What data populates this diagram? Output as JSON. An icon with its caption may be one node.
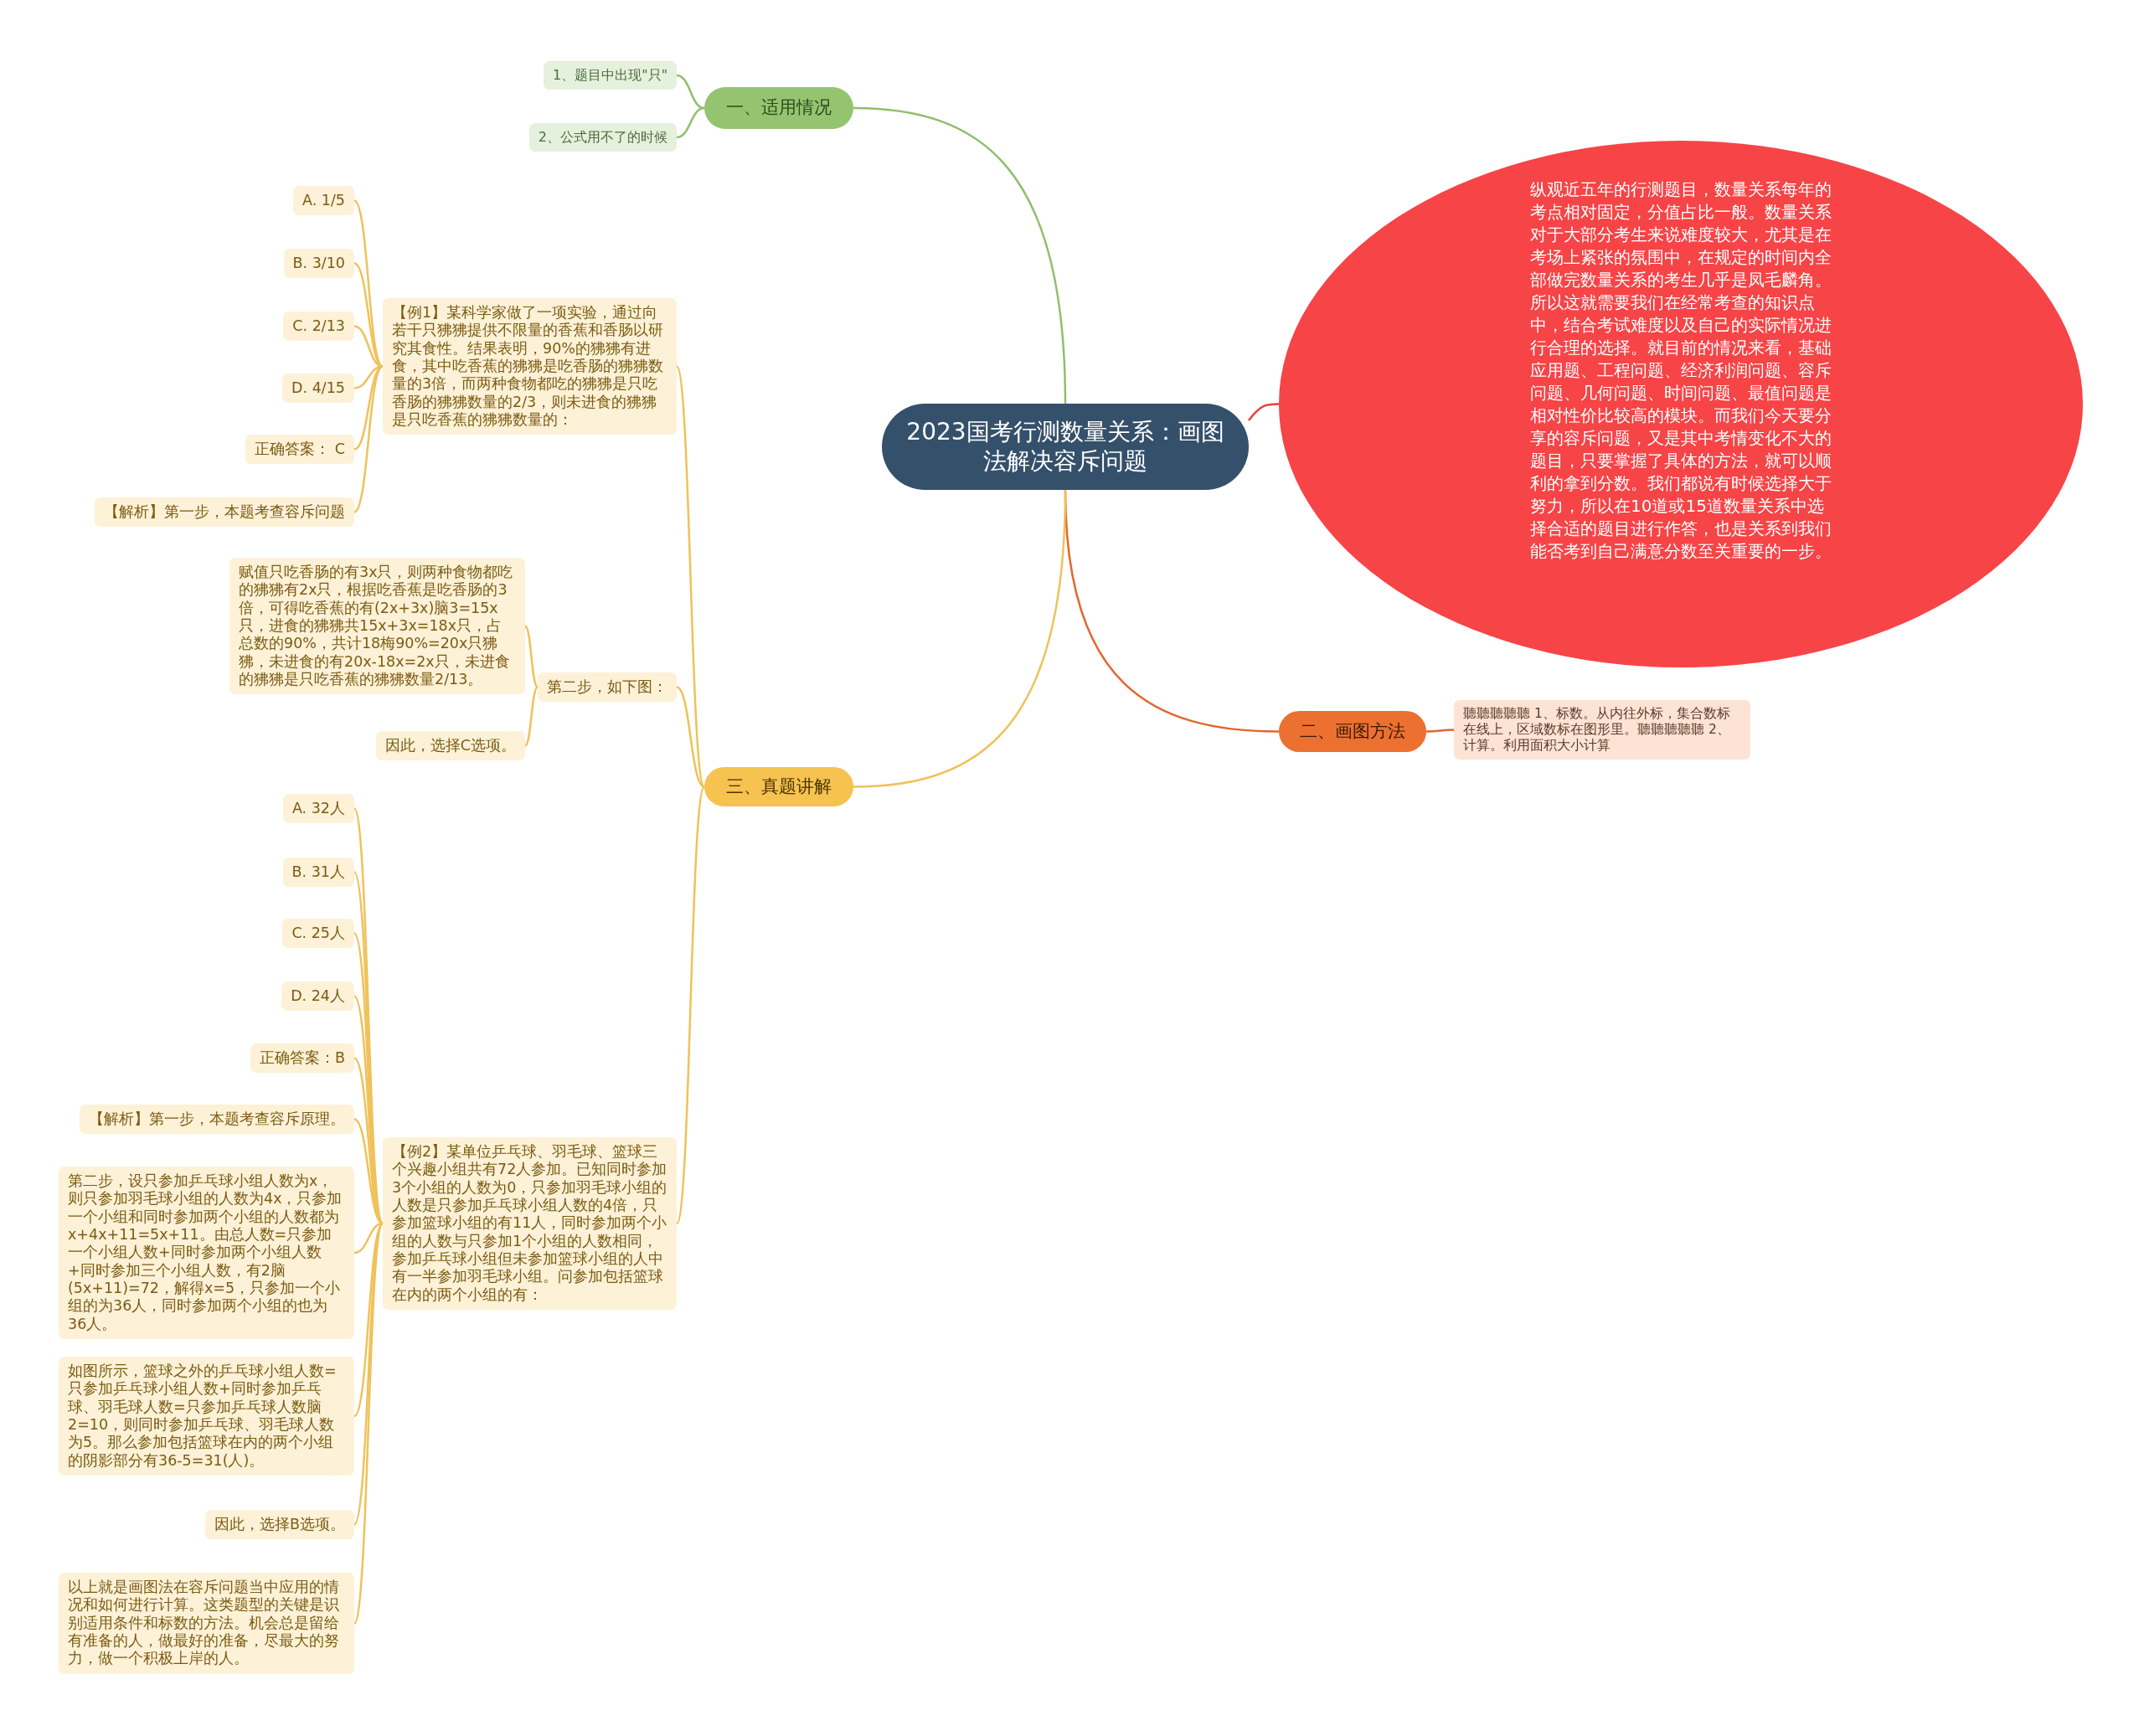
{
  "diagram": {
    "nodes": [
      {
        "text": [
          "2023国考行测数量关系：画图法解决容斥问题"
        ]
      },
      {
        "text": [
          "一、适用情况"
        ]
      },
      {
        "text": [
          "1、题目中出现\"只\""
        ]
      },
      {
        "text": [
          "2、公式用不了的时候"
        ]
      },
      {
        "text": [
          "纵观近五年的行测题目，数量关系每年的考点相对固定，分值占比一般。数量关系对于大部分考生来说难度较大，尤其是在考场上紧张的氛围中，在规定的时间内全部做完数量关系的考生几乎是凤毛麟角。所以这就需要我们在经常考查的知识点中，结合考试难度以及自己的实际情况进行合理的选择。就目前的情况来看，基础应用题、工程问题、经济利润问题、容斥问题、几何问题、时间问题、最值问题是相对性价比较高的模块。而我们今天要分享的容斥问题，又是其中考情变化不大的题目，只要掌握了具体的方法，就可以顺利的拿到分数。我们都说有时候选择大于努力，所以在10道或15道数量关系中选择合适的题目进行作答，也是关系到我们能否考到自己满意分数至关重要的一步。"
        ]
      },
      {
        "text": [
          "二、画图方法"
        ]
      },
      {
        "text": [
          "聽聽聽聽聽 1、标数。从内往外标，集合数标在线上，区域数标在图形里。聽聽聽聽聽 2、计算。利用面积大小计算"
        ]
      },
      {
        "text": [
          "三、真题讲解"
        ]
      },
      {
        "text": [
          "【例1】某科学家做了一项实验，通过向若干只狒狒提供不限量的香蕉和香肠以研究其食性。结果表明，90%的狒狒有进食，其中吃香蕉的狒狒是吃香肠的狒狒数量的3倍，而两种食物都吃的狒狒是只吃香肠的狒狒数量的2/3，则未进食的狒狒是只吃香蕉的狒狒数量的："
        ]
      },
      {
        "text": [
          "A. 1/5"
        ]
      },
      {
        "text": [
          "B. 3/10"
        ]
      },
      {
        "text": [
          "C. 2/13"
        ]
      },
      {
        "text": [
          "D. 4/15"
        ]
      },
      {
        "text": [
          "正确答案： C"
        ]
      },
      {
        "text": [
          "【解析】第一步，本题考查容斥问题"
        ]
      },
      {
        "text": [
          "第二步，如下图："
        ]
      },
      {
        "text": [
          "赋值只吃香肠的有3x只，则两种食物都吃的狒狒有2x只，根据吃香蕉是吃香肠的3倍，可得吃香蕉的有(2x+3x)脑3=15x只，进食的狒狒共15x+3x=18x只，占总数的90%，共计18梅90%=20x只狒狒，未进食的有20x-18x=2x只，未进食的狒狒是只吃香蕉的狒狒数量2/13。"
        ]
      },
      {
        "text": [
          "因此，选择C选项。"
        ]
      },
      {
        "text": [
          "【例2】某单位乒乓球、羽毛球、篮球三个兴趣小组共有72人参加。已知同时参加3个小组的人数为0，只参加羽毛球小组的人数是只参加乒乓球小组人数的4倍，只参加篮球小组的有11人，同时参加两个小组的人数与只参加1个小组的人数相同，参加乒乓球小组但未参加篮球小组的人中有一半参加羽毛球小组。问参加包括篮球在内的两个小组的有："
        ]
      },
      {
        "text": [
          "A. 32人"
        ]
      },
      {
        "text": [
          "B. 31人"
        ]
      },
      {
        "text": [
          "C. 25人"
        ]
      },
      {
        "text": [
          "D. 24人"
        ]
      },
      {
        "text": [
          "正确答案：B"
        ]
      },
      {
        "text": [
          "【解析】第一步，本题考查容斥原理。"
        ]
      },
      {
        "text": [
          "第二步，设只参加乒乓球小组人数为x，则只参加羽毛球小组的人数为4x，只参加一个小组和同时参加两个小组的人数都为x+4x+11=5x+11。由总人数=只参加一个小组人数+同时参加两个小组人数+同时参加三个小组人数，有2脑(5x+11)=72，解得x=5，只参加一个小组的为36人，同时参加两个小组的也为36人。"
        ]
      },
      {
        "text": [
          "如图所示，篮球之外的乒乓球小组人数=只参加乒乓球小组人数+同时参加乒乓球、羽毛球人数=只参加乒乓球人数脑2=10，则同时参加乒乓球、羽毛球人数为5。那么参加包括篮球在内的两个小组的阴影部分有36-5=31(人)。"
        ]
      },
      {
        "text": [
          "因此，选择B选项。"
        ]
      },
      {
        "text": [
          "以上就是画图法在容斥问题当中应用的情况和如何进行计算。这类题型的关键是识别适用条件和标数的方法。机会总是留给有准备的人，做最好的准备，尽最大的努力，做一个积极上岸的人。"
        ]
      }
    ],
    "edges": [
      {
        "from": 0,
        "to": 1,
        "arrow": "none",
        "color": "#8fbf6a"
      },
      {
        "from": 1,
        "to": 2,
        "arrow": "none",
        "color": "#8fbf6a"
      },
      {
        "from": 1,
        "to": 3,
        "arrow": "none",
        "color": "#8fbf6a"
      },
      {
        "from": 0,
        "to": 4,
        "arrow": "none",
        "color": "#e8403f"
      },
      {
        "from": 0,
        "to": 5,
        "arrow": "none",
        "color": "#e2672c"
      },
      {
        "from": 5,
        "to": 6,
        "arrow": "none",
        "color": "#e2672c"
      },
      {
        "from": 0,
        "to": 7,
        "arrow": "none"
      },
      {
        "from": 7,
        "to": 8,
        "arrow": "none"
      },
      {
        "from": 8,
        "to": 9,
        "arrow": "none"
      },
      {
        "from": 8,
        "to": 10,
        "arrow": "none"
      },
      {
        "from": 8,
        "to": 11,
        "arrow": "none"
      },
      {
        "from": 8,
        "to": 12,
        "arrow": "none"
      },
      {
        "from": 8,
        "to": 13,
        "arrow": "none"
      },
      {
        "from": 8,
        "to": 14,
        "arrow": "none"
      },
      {
        "from": 7,
        "to": 15,
        "arrow": "none"
      },
      {
        "from": 15,
        "to": 16,
        "arrow": "none"
      },
      {
        "from": 15,
        "to": 17,
        "arrow": "none"
      },
      {
        "from": 7,
        "to": 18,
        "arrow": "none"
      },
      {
        "from": 18,
        "to": 19,
        "arrow": "none"
      },
      {
        "from": 18,
        "to": 20,
        "arrow": "none"
      },
      {
        "from": 18,
        "to": 21,
        "arrow": "none"
      },
      {
        "from": 18,
        "to": 22,
        "arrow": "none"
      },
      {
        "from": 18,
        "to": 23,
        "arrow": "none"
      },
      {
        "from": 18,
        "to": 24,
        "arrow": "none"
      },
      {
        "from": 18,
        "to": 25,
        "arrow": "none"
      },
      {
        "from": 18,
        "to": 26,
        "arrow": "none"
      },
      {
        "from": 18,
        "to": 27,
        "arrow": "none"
      },
      {
        "from": 18,
        "to": 28,
        "arrow": "none"
      }
    ]
  }
}
